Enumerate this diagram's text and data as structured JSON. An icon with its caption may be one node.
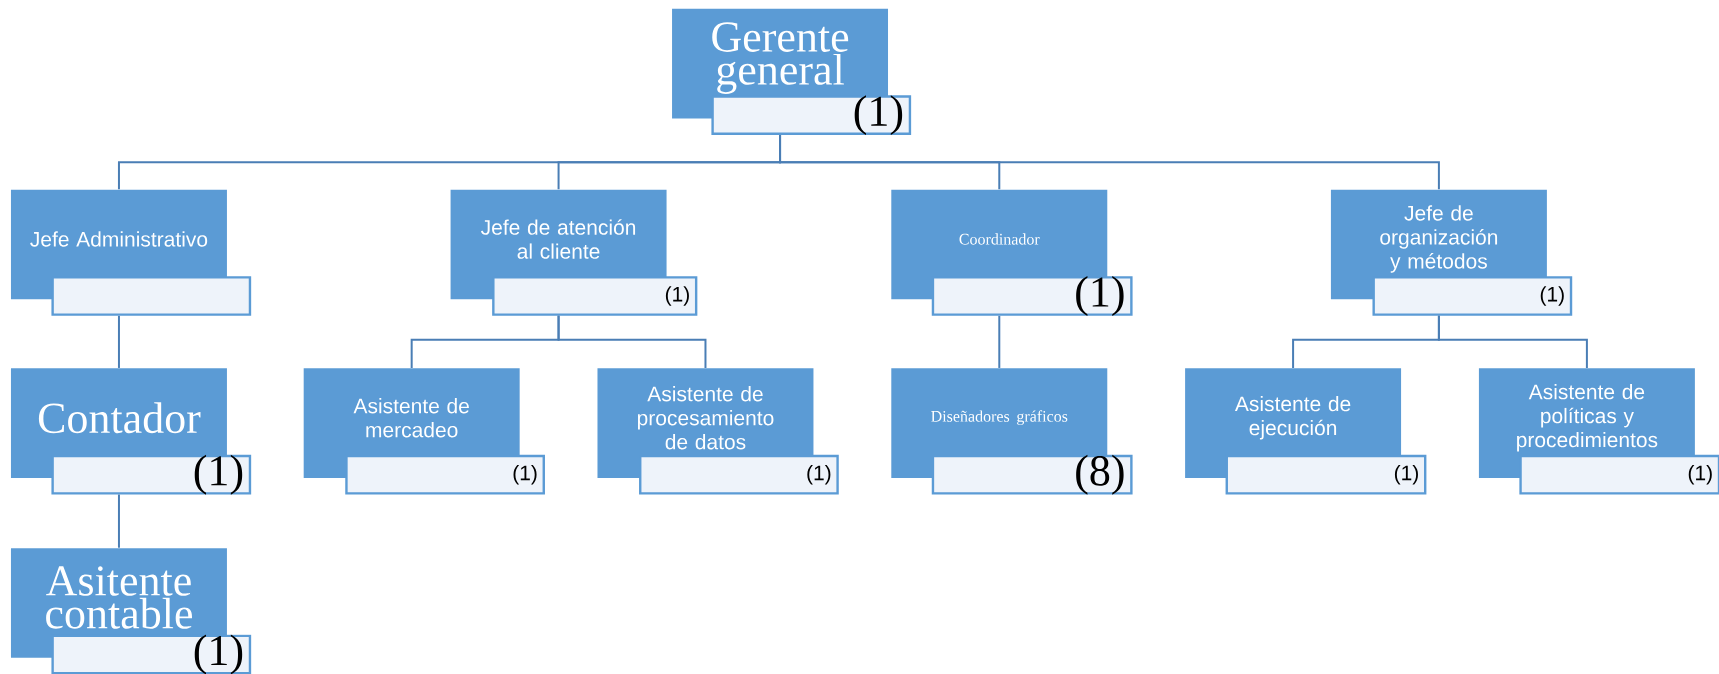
{
  "diagram": {
    "nodes": [
      {
        "text": [
          "Gerente general",
          "(1)"
        ]
      },
      {
        "text": [
          "Jefe Administrativo"
        ]
      },
      {
        "text": [
          "Jefe de atención al cliente",
          "(1)"
        ]
      },
      {
        "text": [
          "Coordinador",
          "(1)"
        ]
      },
      {
        "text": [
          "Jefe de organización y métodos",
          "(1)"
        ]
      },
      {
        "text": [
          "Contador",
          "(1)"
        ]
      },
      {
        "text": [
          "Asistente de mercadeo",
          "(1)"
        ]
      },
      {
        "text": [
          "Asistente de procesamiento de datos",
          "(1)"
        ]
      },
      {
        "text": [
          "Diseñadores gráficos",
          "(8)"
        ]
      },
      {
        "text": [
          "Asistente de ejecución",
          "(1)"
        ]
      },
      {
        "text": [
          "Asistente de políticas y procedimientos",
          "(1)"
        ]
      },
      {
        "text": [
          "Asitente contable",
          "(1)"
        ]
      }
    ],
    "edges": [
      {
        "from": 0,
        "to": 1,
        "arrow": "none"
      },
      {
        "from": 0,
        "to": 2,
        "arrow": "none"
      },
      {
        "from": 0,
        "to": 3,
        "arrow": "none"
      },
      {
        "from": 0,
        "to": 4,
        "arrow": "none"
      },
      {
        "from": 1,
        "to": 5,
        "arrow": "none"
      },
      {
        "from": 2,
        "to": 6,
        "arrow": "none"
      },
      {
        "from": 2,
        "to": 7,
        "arrow": "none"
      },
      {
        "from": 3,
        "to": 8,
        "arrow": "none"
      },
      {
        "from": 4,
        "to": 9,
        "arrow": "none"
      },
      {
        "from": 4,
        "to": 10,
        "arrow": "none"
      },
      {
        "from": 5,
        "to": 11,
        "arrow": "none"
      }
    ]
  }
}
